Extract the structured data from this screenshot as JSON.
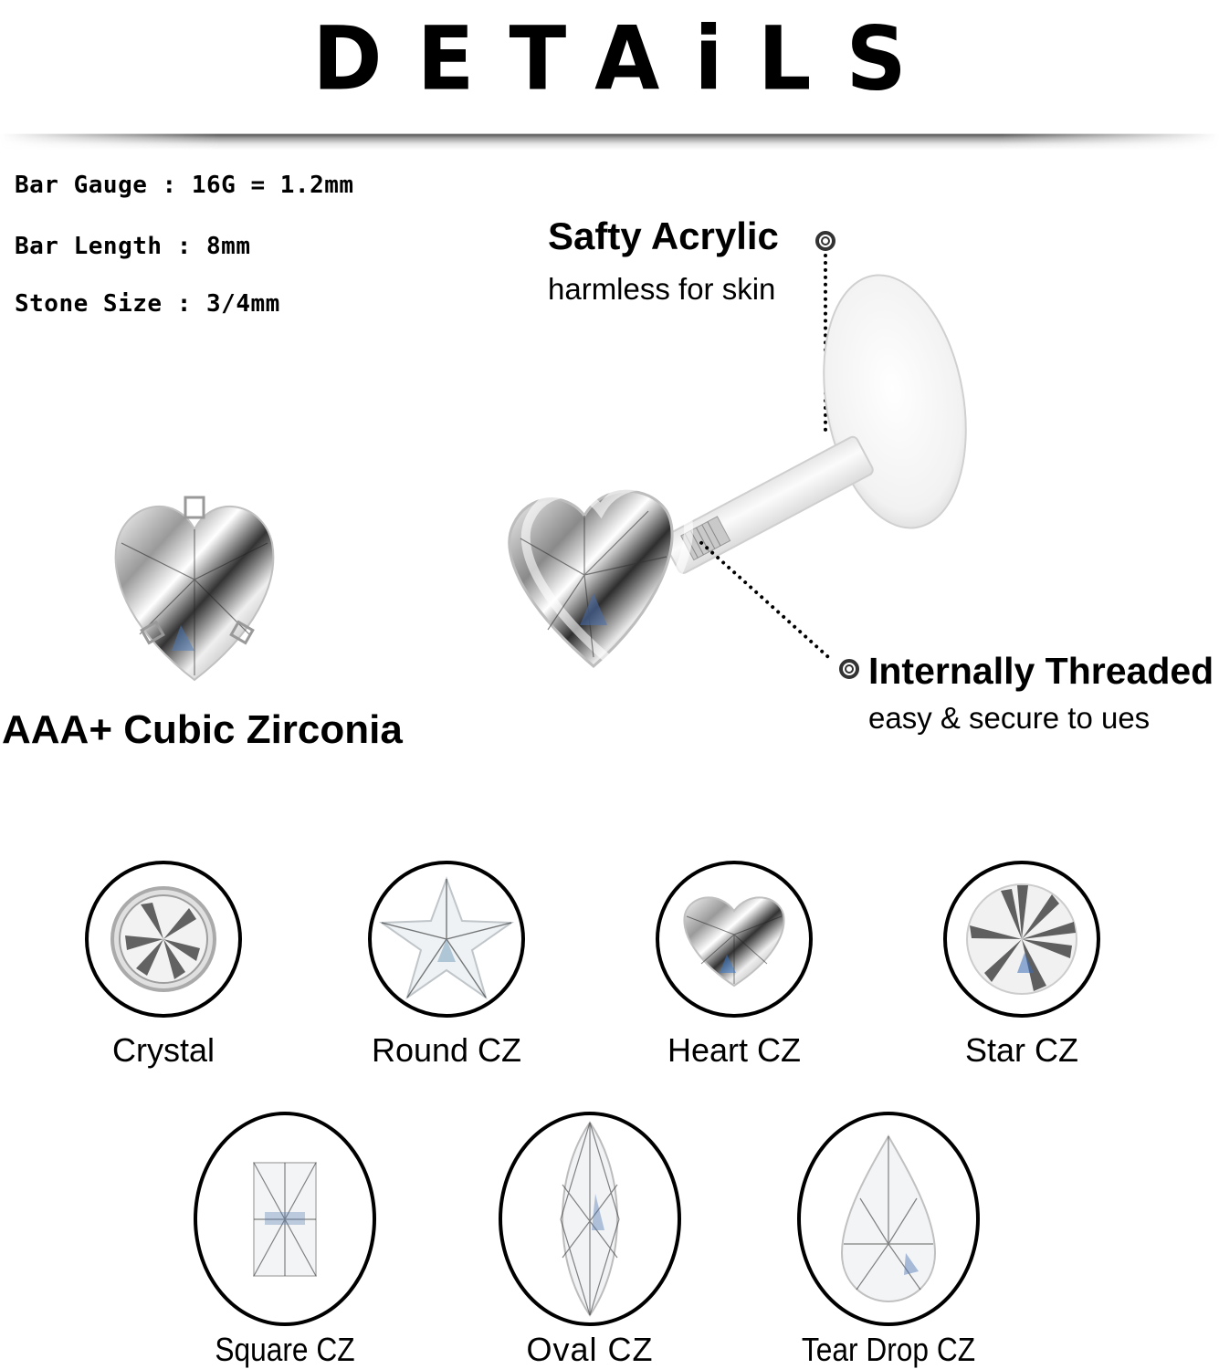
{
  "header": {
    "title": "DETAiLS"
  },
  "specs": [
    {
      "label": "Bar Gauge",
      "value": "16G = 1.2mm"
    },
    {
      "label": "Bar Length",
      "value": "8mm"
    },
    {
      "label": "Stone Size",
      "value": "3/4mm"
    }
  ],
  "callouts": {
    "acrylic": {
      "title": "Safty Acrylic",
      "subtitle": "harmless for skin",
      "icon": "target-icon"
    },
    "threaded": {
      "title": "Internally Threaded",
      "subtitle": "easy & secure to ues",
      "icon": "target-icon"
    }
  },
  "featured_stone": {
    "label": "AAA+ Cubic Zirconia",
    "shape": "heart"
  },
  "product": {
    "name": "heart-cz-labret-stud",
    "parts": [
      "heart-cz-top",
      "clear-acrylic-bar",
      "flat-disc-back"
    ]
  },
  "shape_options": [
    {
      "label": "Crystal",
      "shape": "bezel-round"
    },
    {
      "label": "Round CZ",
      "shape": "star"
    },
    {
      "label": "Heart CZ",
      "shape": "heart"
    },
    {
      "label": "Star CZ",
      "shape": "round"
    },
    {
      "label": "Square CZ",
      "shape": "square"
    },
    {
      "label": "Oval  CZ",
      "shape": "marquise"
    },
    {
      "label": "Tear Drop CZ",
      "shape": "pear"
    }
  ],
  "colors": {
    "text": "#000000",
    "background": "#ffffff",
    "icon_ring": "#333333",
    "metal": "#c8c8c8"
  }
}
